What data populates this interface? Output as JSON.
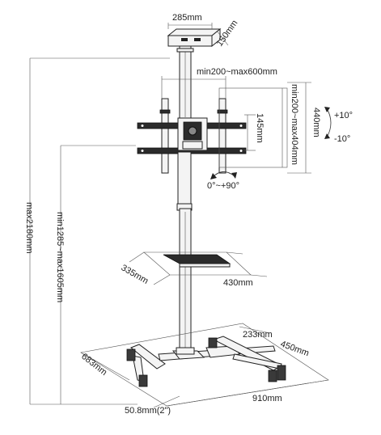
{
  "dimensions": {
    "camera_shelf_width": "285mm",
    "camera_shelf_depth": "150mm",
    "vesa_horizontal": "min200~max600mm",
    "vesa_vertical": "min200~max404mm",
    "bracket_height": "440mm",
    "bracket_inner": "145mm",
    "tilt_up": "+10°",
    "tilt_down": "-10°",
    "rotation": "0°~+90°",
    "shelf_depth": "335mm",
    "shelf_width": "430mm",
    "total_height": "max2180mm",
    "screen_center_height": "min1285~max1605mm",
    "base_inner_depth": "233mm",
    "base_inner_width": "450mm",
    "base_depth": "683mm",
    "base_width": "910mm",
    "pole_diameter": "50.8mm(2\")"
  },
  "colors": {
    "line": "#333333",
    "metal_dark": "#2b2b2b",
    "background": "#ffffff"
  },
  "icons": [
    "rotation-arrow-icon",
    "tilt-arrow-icon"
  ]
}
